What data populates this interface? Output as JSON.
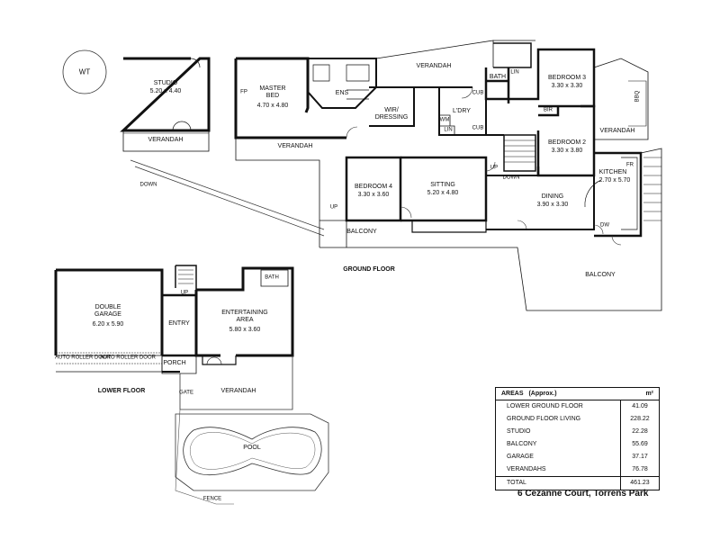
{
  "address": "6 Cezanne Court, Torrens Park",
  "floors": {
    "ground": "GROUND FLOOR",
    "lower": "LOWER FLOOR"
  },
  "outdoor": {
    "wt": "WT",
    "down": "DOWN",
    "pool": "POOL",
    "fence": "FENCE",
    "gate": "GATE",
    "up": "UP"
  },
  "rooms": {
    "studio": {
      "name": "STUDIO",
      "size": "5.20 x 4.40"
    },
    "studio_verandah": "VERANDAH",
    "master_bed": {
      "name": "MASTER\nBED",
      "size": "4.70 x 4.80"
    },
    "fp": "FP",
    "ens": "ENS",
    "wir": "WIR/\nDRESSING",
    "verandah_top": "VERANDAH",
    "verandah_mid": "VERANDAH",
    "verandah_right": "VERANDAH",
    "bath": "BATH",
    "ldry": "L'DRY",
    "wm": "WM",
    "lin1": "LIN",
    "lin2": "LIN",
    "cub1": "CUB",
    "cub2": "CUB",
    "bir": "BIR",
    "bbq": "BBQ",
    "bedroom3": {
      "name": "BEDROOM 3",
      "size": "3.30 x 3.30"
    },
    "bedroom2": {
      "name": "BEDROOM 2",
      "size": "3.30 x 3.80"
    },
    "bedroom4": {
      "name": "BEDROOM 4",
      "size": "3.30 x 3.60"
    },
    "sitting": {
      "name": "SITTING",
      "size": "5.20 x 4.80"
    },
    "dining": {
      "name": "DINING",
      "size": "3.90 x 3.30"
    },
    "kitchen": {
      "name": "KITCHEN",
      "size": "2.70 x 5.70"
    },
    "fr": "FR",
    "dw": "DW",
    "up_stair": "UP",
    "down_stair": "DOWN",
    "balcony_left": "BALCONY",
    "balcony_right": "BALCONY",
    "double_garage": {
      "name": "DOUBLE\nGARAGE",
      "size": "6.20 x 5.90"
    },
    "roller1": "AUTO ROLLER DOOR",
    "roller2": "AUTO ROLLER DOOR",
    "entry": "ENTRY",
    "porch": "PORCH",
    "entertaining": {
      "name": "ENTERTAINING\nAREA",
      "size": "5.80 x 3.60"
    },
    "lower_bath": "BATH",
    "lower_verandah": "VERANDAH",
    "lower_up": "UP"
  },
  "areas": {
    "title": "AREAS",
    "approx": "(Approx.)",
    "unit": "m²",
    "rows": [
      {
        "name": "LOWER GROUND FLOOR",
        "value": "41.09"
      },
      {
        "name": "GROUND FLOOR LIVING",
        "value": "228.22"
      },
      {
        "name": "STUDIO",
        "value": "22.28"
      },
      {
        "name": "BALCONY",
        "value": "55.69"
      },
      {
        "name": "GARAGE",
        "value": "37.17"
      },
      {
        "name": "VERANDAHS",
        "value": "76.78"
      }
    ],
    "total_label": "TOTAL",
    "total_value": "461.23"
  }
}
